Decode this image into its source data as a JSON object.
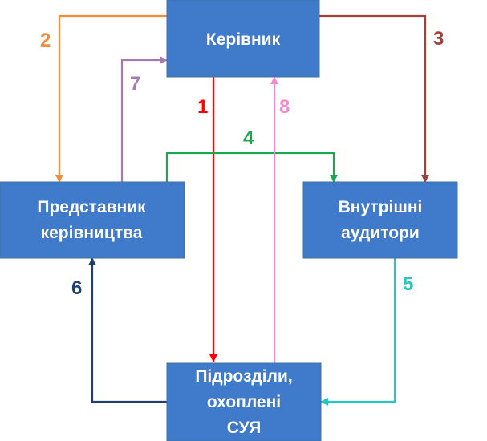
{
  "box_color": "#3f7acb",
  "boxes": {
    "manager": {
      "label": "Керівник"
    },
    "representative": {
      "label_line1": "Представник",
      "label_line2": "керівництва"
    },
    "auditors": {
      "label_line1": "Внутрішні",
      "label_line2": "аудитори"
    },
    "units": {
      "label_line1": "Підрозділи,",
      "label_line2": "охоплені",
      "label_line3": "СУЯ"
    }
  },
  "flows": [
    {
      "number": "1",
      "color": "#ff0000",
      "from": "Керівник",
      "to": "Підрозділи, охоплені СУЯ"
    },
    {
      "number": "2",
      "color": "#f08c3a",
      "from": "Керівник",
      "to": "Представник керівництва"
    },
    {
      "number": "3",
      "color": "#a0423a",
      "from": "Керівник",
      "to": "Внутрішні аудитори"
    },
    {
      "number": "4",
      "color": "#1aa84f",
      "from": "Представник керівництва",
      "to": "Внутрішні аудитори"
    },
    {
      "number": "5",
      "color": "#26c6bf",
      "from": "Внутрішні аудитори",
      "to": "Підрозділи, охоплені СУЯ"
    },
    {
      "number": "6",
      "color": "#1f3f73",
      "from": "Підрозділи, охоплені СУЯ",
      "to": "Представник керівництва"
    },
    {
      "number": "7",
      "color": "#a47bb0",
      "from": "Представник керівництва",
      "to": "Керівник"
    },
    {
      "number": "8",
      "color": "#f58ad0",
      "from": "Підрозділи, охоплені СУЯ",
      "to": "Керівник"
    }
  ]
}
